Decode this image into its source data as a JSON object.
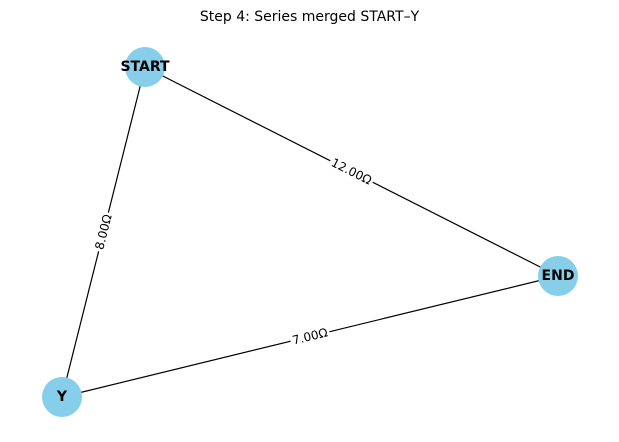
{
  "title": "Step 4: Series merged START–Y",
  "colors": {
    "node_fill": "#87ceeb",
    "edge": "#000000",
    "text": "#000000",
    "background": "#ffffff"
  },
  "nodes": [
    {
      "id": "start",
      "label": "START"
    },
    {
      "id": "end",
      "label": "END"
    },
    {
      "id": "y",
      "label": "Y"
    }
  ],
  "edges": [
    {
      "id": "start-end",
      "from": "start",
      "to": "end",
      "label": "12.00Ω"
    },
    {
      "id": "start-y",
      "from": "start",
      "to": "y",
      "label": "8.00Ω"
    },
    {
      "id": "y-end",
      "from": "y",
      "to": "end",
      "label": "7.00Ω"
    }
  ]
}
